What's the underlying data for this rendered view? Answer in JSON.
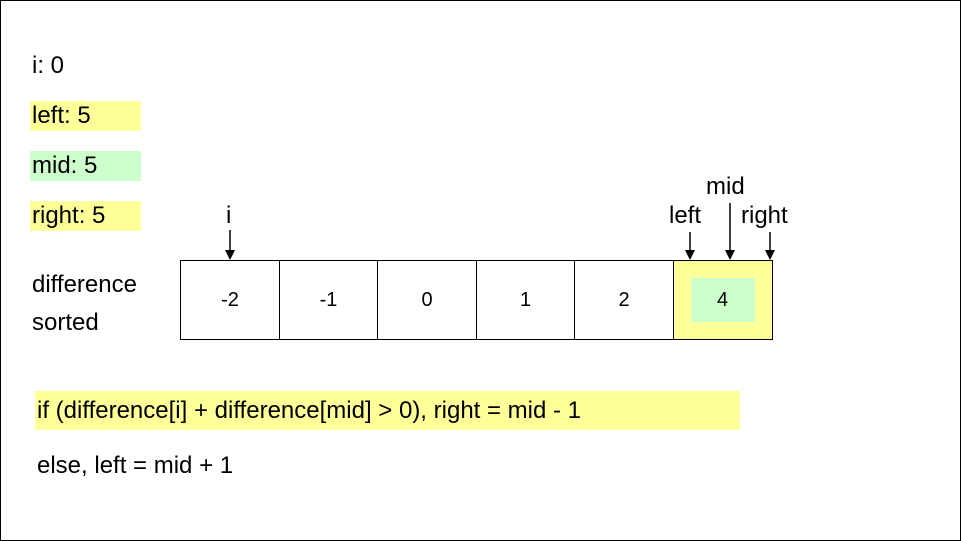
{
  "vars": {
    "i": "i: 0",
    "left": "left: 5",
    "mid": "mid: 5",
    "right": "right: 5"
  },
  "array": {
    "caption_line1": "difference",
    "caption_line2": "sorted",
    "values": [
      "-2",
      "-1",
      "0",
      "1",
      "2",
      "4"
    ],
    "active_index": 5
  },
  "pointers": {
    "i": "i",
    "mid": "mid",
    "left": "left",
    "right": "right"
  },
  "rules": {
    "condition": "if (difference[i] + difference[mid] > 0), right = mid - 1",
    "else": "else, left = mid + 1"
  },
  "colors": {
    "highlight_yellow": "#ffff99",
    "highlight_green": "#ccffcc"
  }
}
